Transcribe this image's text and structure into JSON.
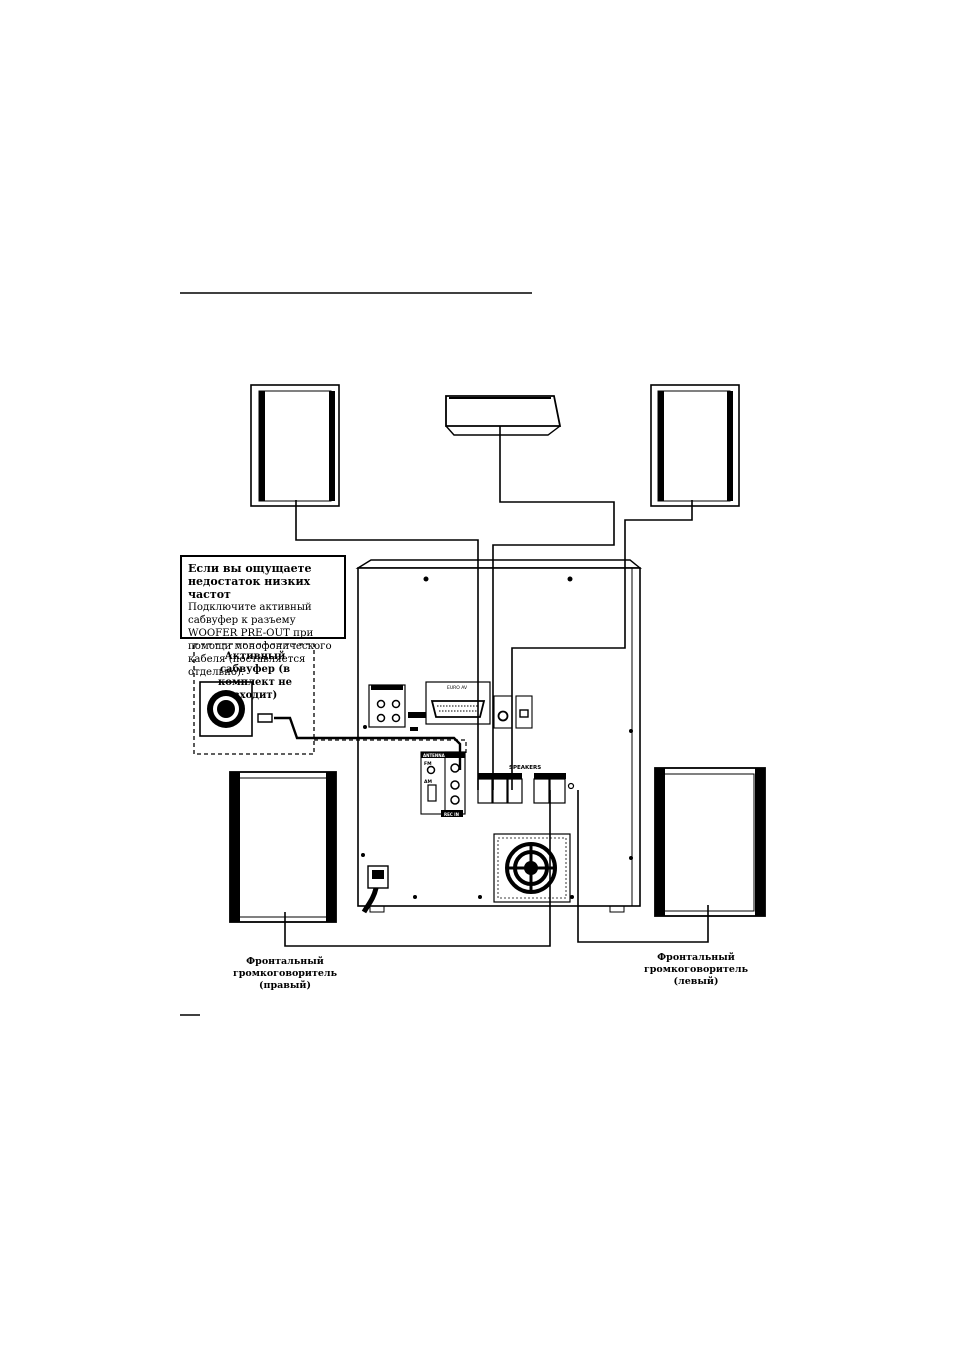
{
  "note": {
    "title": "Если вы ощущаете недостаток низких частот",
    "body": "Подключите активный сабвуфер к разъему WOOFER PRE-OUT при помощи монофонического кабеля (поставляется отдельно)."
  },
  "subwoofer": {
    "label": "Активный сабвуфер (в комплект не входит)"
  },
  "front_right": {
    "label_line1": "Фронтальный",
    "label_line2": "громкоговоритель",
    "label_line3": "(правый)"
  },
  "front_left": {
    "label_line1": "Фронтальный",
    "label_line2": "громкоговоритель",
    "label_line3": "(левый)"
  },
  "unit_panel": {
    "speakers_label": "SPEAKERS",
    "antenna_label": "ANTENNA",
    "fm_label": "FM",
    "am_label": "AM",
    "rec_label": "REC IN",
    "euro_av_label": "EURO AV"
  }
}
